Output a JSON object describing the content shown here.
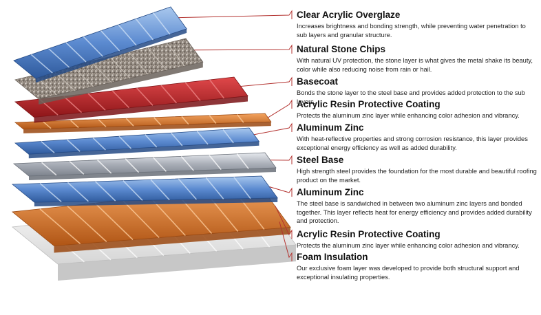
{
  "colors": {
    "blue": "#4a7bc4",
    "blue_light": "#9fc0ea",
    "blue_dark": "#2f5a9c",
    "stone": "#9a9188",
    "red": "#c4262b",
    "red_dark": "#8e1619",
    "orange": "#e07a2c",
    "orange_dark": "#b05515",
    "steel": "#a8adb6",
    "foam": "#ececec",
    "leader": "#b3322f"
  },
  "layers": [
    {
      "title": "Clear Acrylic Overglaze",
      "description": "Increases brightness and bonding strength, while preventing water penetration to sub layers and granular structure.",
      "material": "blue"
    },
    {
      "title": "Natural Stone Chips",
      "description": "With natural UV protection, the stone layer is what gives the metal shake its beauty, color while also reducing noise from rain or hail.",
      "material": "stone"
    },
    {
      "title": "Basecoat",
      "description": "Bonds the stone layer to the steel base and provides added protection to the sub layers.",
      "material": "red"
    },
    {
      "title": "Acrylic Resin Protective Coating",
      "description": "Protects the aluminum zinc layer while enhancing color adhesion and vibrancy.",
      "material": "orange"
    },
    {
      "title": "Aluminum Zinc",
      "description": "With heat-reflective properties and strong corrosion resistance, this layer provides exceptional energy efficiency as well as added durability.",
      "material": "blue"
    },
    {
      "title": "Steel Base",
      "description": "High strength steel provides the foundation for the most durable and beautiful roofing product on the market.",
      "material": "steel"
    },
    {
      "title": "Aluminum Zinc",
      "description": "The steel base is sandwiched in between two aluminum zinc layers and bonded together. This layer reflects heat for energy efficiency and provides added durability and protection.",
      "material": "blue"
    },
    {
      "title": "Acrylic Resin Protective Coating",
      "description": "Protects the aluminum zinc layer while enhancing color adhesion and vibrancy.",
      "material": "orange"
    },
    {
      "title": "Foam Insulation",
      "description": "Our exclusive foam layer was developed to provide both structural support and exceptional insulating properties.",
      "material": "foam"
    }
  ]
}
